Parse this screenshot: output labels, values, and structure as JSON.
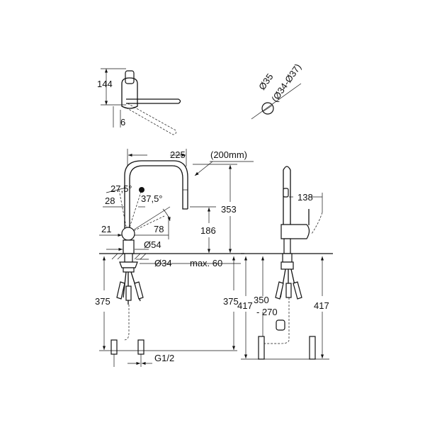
{
  "dimensions": {
    "top_height": "144",
    "top_offset": "6",
    "hole_diameter": "Ø35",
    "hole_range": "(Ø34-Ø37)",
    "spout_reach": "225",
    "pullout_length": "(200mm)",
    "angle_left": "27,5°",
    "angle_right": "37,5°",
    "handle_left": "28",
    "body_left": "21",
    "body_right": "78",
    "body_diameter": "Ø54",
    "shank_diameter": "Ø34",
    "max_thickness": "max. 60",
    "total_height": "353",
    "outlet_height": "186",
    "hose_left": "375",
    "hose_right": "375",
    "connection": "G1/2",
    "side_reach": "138",
    "side_hose_a": "417",
    "side_hose_b": "350",
    "side_hose_c": "- 270",
    "side_hose_d": "417"
  },
  "colors": {
    "line": "#111111",
    "background": "#ffffff"
  }
}
